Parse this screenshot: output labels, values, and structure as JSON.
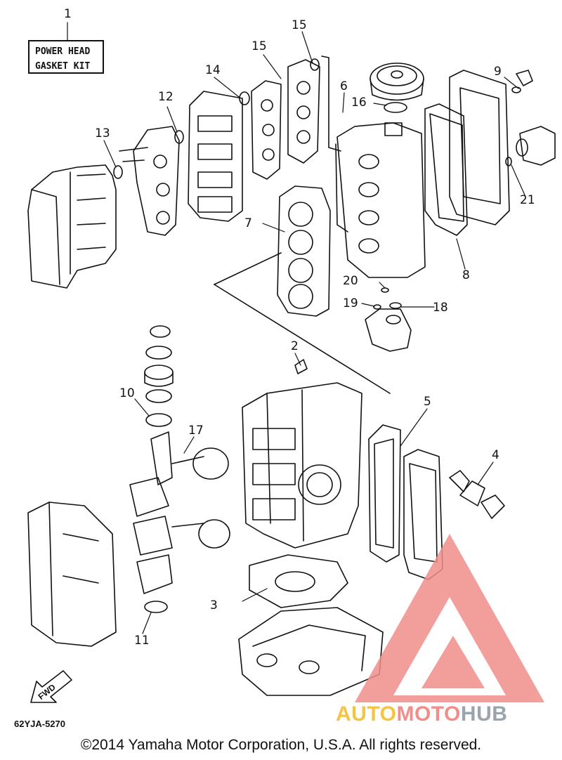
{
  "kit_box": {
    "line1": "POWER HEAD",
    "line2": "GASKET KIT"
  },
  "callouts": {
    "c1": "1",
    "c2": "2",
    "c3": "3",
    "c4": "4",
    "c5": "5",
    "c6": "6",
    "c7": "7",
    "c8": "8",
    "c9": "9",
    "c10": "10",
    "c11": "11",
    "c12": "12",
    "c13": "13",
    "c14": "14",
    "c15a": "15",
    "c15b": "15",
    "c16": "16",
    "c17": "17",
    "c18": "18",
    "c19": "19",
    "c20": "20",
    "c21": "21"
  },
  "fwd_label": "FWD",
  "part_code": "62YJA-5270",
  "copyright": "©2014 Yamaha Motor Corporation, U.S.A. All rights reserved.",
  "watermark": {
    "part1": "AUTO",
    "part2": "MOTO",
    "part3": "HUB"
  },
  "colors": {
    "line": "#111111",
    "watermark_red": "#f08f8a",
    "watermark_yellow": "#f4c542",
    "watermark_gray": "#9aa4ad"
  }
}
